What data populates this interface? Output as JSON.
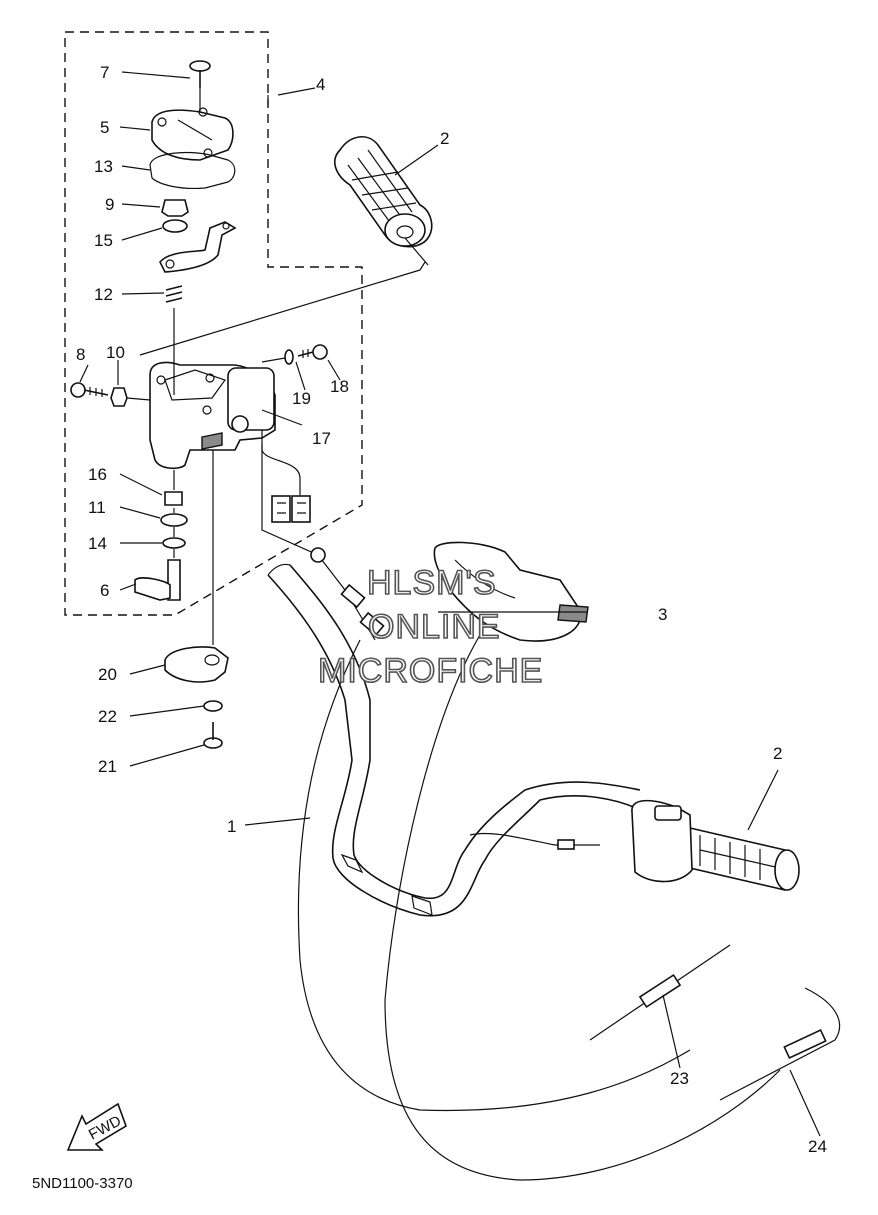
{
  "diagram_code": "5ND1100-3370",
  "watermark": {
    "line1": "HLSM'S",
    "line2": "ONLINE",
    "line3": "MICROFICHE"
  },
  "fwd_label": "FWD",
  "callouts": {
    "c1": "1",
    "c2a": "2",
    "c2b": "2",
    "c3": "3",
    "c4": "4",
    "c5": "5",
    "c6": "6",
    "c7": "7",
    "c8": "8",
    "c9": "9",
    "c10": "10",
    "c11": "11",
    "c12": "12",
    "c13": "13",
    "c14": "14",
    "c15": "15",
    "c16": "16",
    "c17": "17",
    "c18": "18",
    "c19": "19",
    "c20": "20",
    "c21": "21",
    "c22": "22",
    "c23": "23",
    "c24": "24"
  }
}
